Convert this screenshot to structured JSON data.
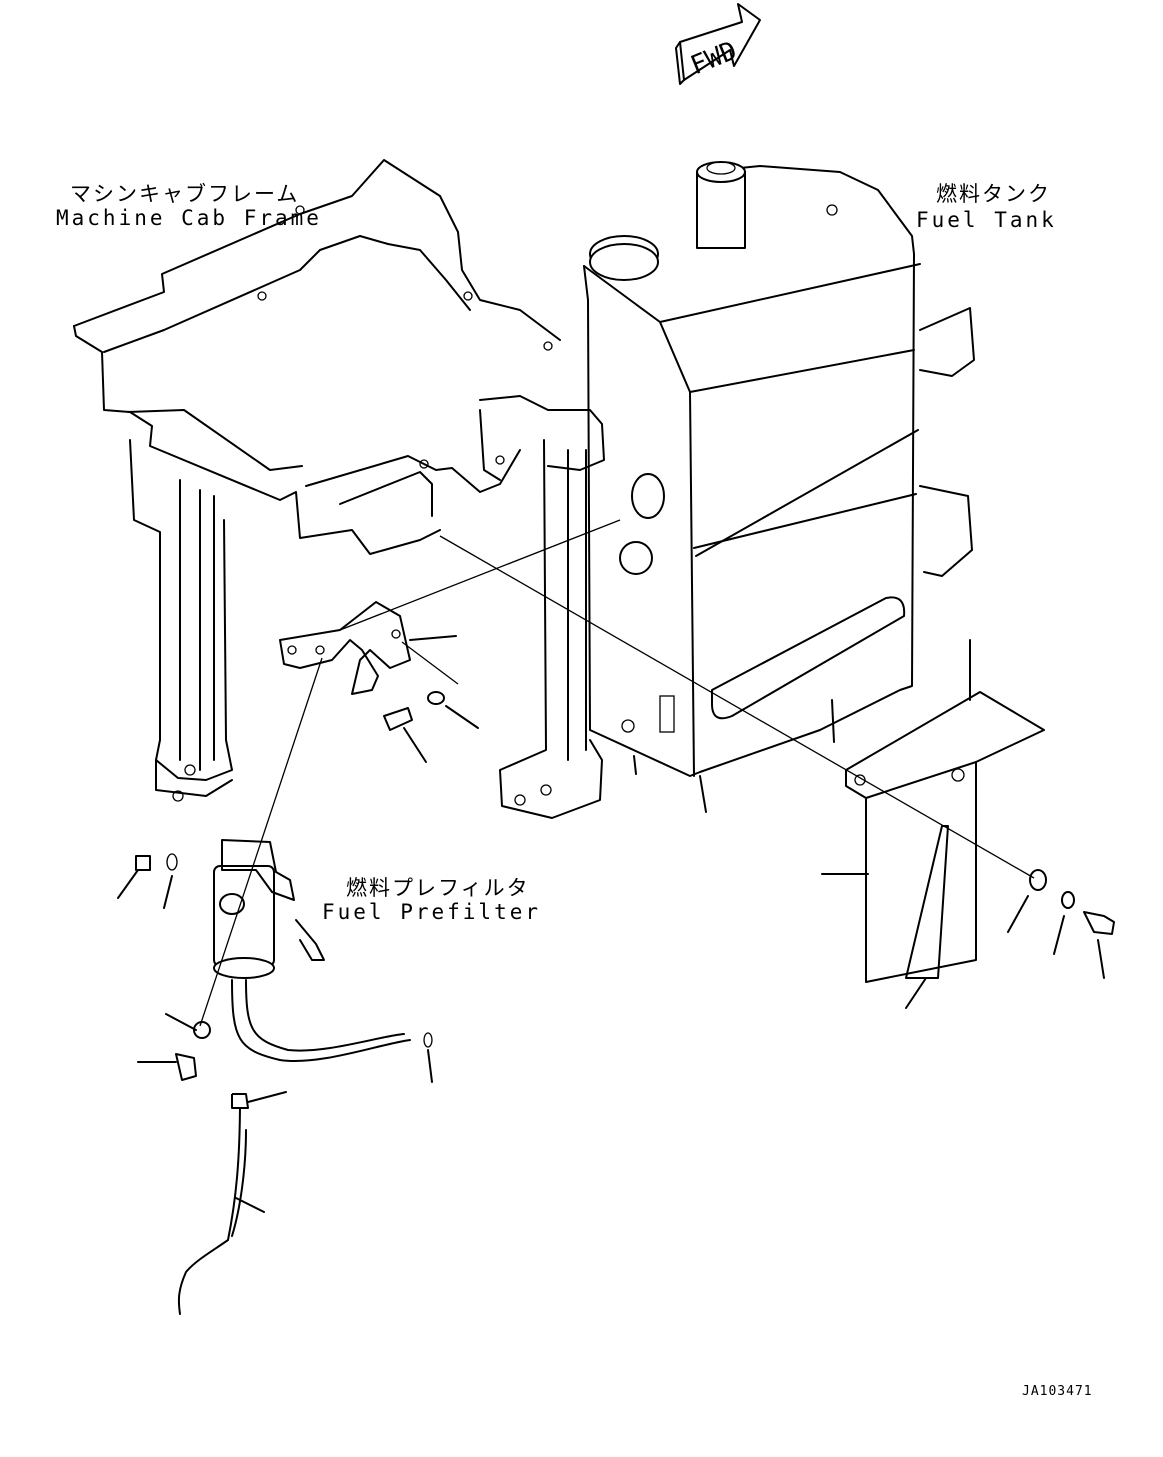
{
  "direction_marker": {
    "text": "FWD"
  },
  "labels": {
    "cab_frame": {
      "jp": "マシンキャブフレーム",
      "en": "Machine Cab Frame"
    },
    "fuel_tank": {
      "jp": "燃料タンク",
      "en": "Fuel Tank"
    },
    "fuel_prefilter": {
      "jp": "燃料プレフィルタ",
      "en": "Fuel Prefilter"
    }
  },
  "drawing_code": "JA103471"
}
